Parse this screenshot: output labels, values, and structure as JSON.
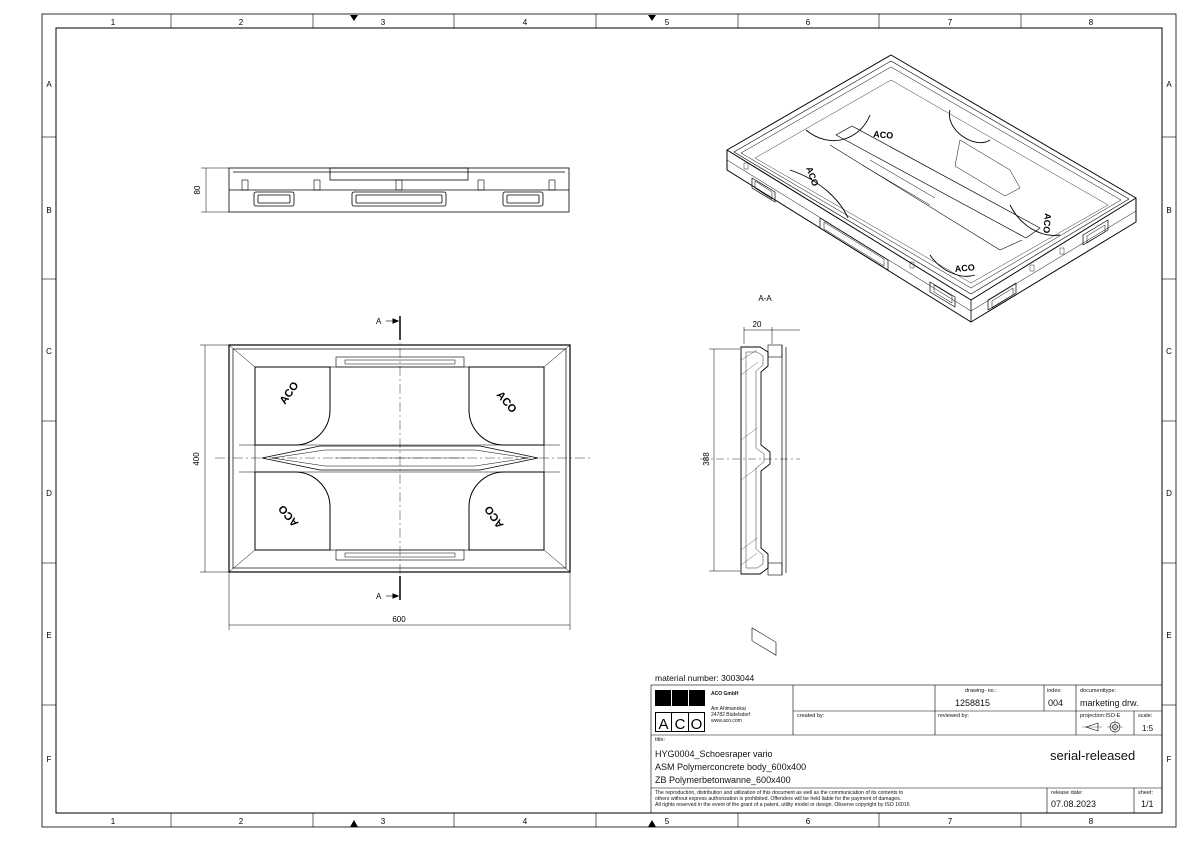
{
  "border": {
    "columns": [
      "1",
      "2",
      "3",
      "4",
      "5",
      "6",
      "7",
      "8"
    ],
    "rows": [
      "A",
      "B",
      "C",
      "D",
      "E",
      "F"
    ]
  },
  "views": {
    "side_height": "80",
    "plan_height": "400",
    "plan_width": "600",
    "section_marker": "A",
    "section_title": "A-A",
    "section_thickness": "20",
    "section_height": "388",
    "logo_text": "ACO"
  },
  "material_number": "material number: 3003044",
  "title_block": {
    "company_name": "ACO GmbH",
    "company_address": [
      "Am Ahlmannkai",
      "24782 Büdelsdorf",
      "www.aco.com"
    ],
    "created_by_label": "created by:",
    "reviewed_by_label": "reviewed by:",
    "drawing_no_label": "drawing- no.:",
    "drawing_no": "1258815",
    "index_label": "index:",
    "index": "004",
    "documenttype_label": "documenttype:",
    "documenttype": "marketing drw.",
    "projection_label": "projection:ISO-E",
    "scale_label": "scale:",
    "scale": "1:5",
    "title_label": "title:",
    "title_lines": [
      "HYG0004_Schoesraper vario",
      "ASM Polymerconcrete body_600x400",
      "ZB Polymerbetonwanne_600x400"
    ],
    "status": "serial-released",
    "disclaimer": [
      "The reproduction, distribution and utilization of this document as well as the communication of its contents to",
      "others without express authorization is prohibited. Offenders will be held liable for the payment of damages.",
      "All rights reserved in the event of the grant of a patent, utility model or design. Observe copyright by ISO 16016"
    ],
    "release_date_label": "release date:",
    "release_date": "07.08.2023",
    "sheet_label": "sheet:",
    "sheet": "1/1"
  }
}
